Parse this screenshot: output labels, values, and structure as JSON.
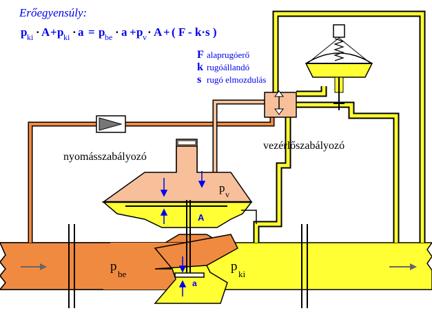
{
  "header": {
    "title": "Erőegyensúly:"
  },
  "equation": {
    "p1": "p",
    "s1": "ki",
    "op1": "·",
    "v1": "A",
    "plus1": "+",
    "p2": "p",
    "s2": "ki",
    "op2": "·",
    "v2": "a",
    "eq": "=",
    "p3": "p",
    "s3": "be",
    "op3": "·",
    "v3": "a",
    "plus2": "+",
    "p4": "p",
    "s4": "v",
    "op4": "·",
    "v4": "A",
    "plus3": "+",
    "tail": "( F - k·s )"
  },
  "legend": [
    {
      "sym": "F",
      "desc": "alaprugóerő"
    },
    {
      "sym": "k",
      "desc": "rugóállandó"
    },
    {
      "sym": "s",
      "desc": "rugó elmozdulás"
    }
  ],
  "labels": {
    "pressure_regulator": "nyomásszabályozó",
    "pilot_regulator": "vezérlőszabályozó",
    "pv_p": "p",
    "pv_sub": "v",
    "pbe_p": "p",
    "pbe_sub": "be",
    "pki_p": "p",
    "pki_sub": "ki",
    "area_big": "A",
    "area_small": "a"
  },
  "colors": {
    "pipe_orange": "#f08a40",
    "yellow": "#ffff33",
    "peach": "#f7c09a",
    "blue_text": "#0000ee"
  }
}
